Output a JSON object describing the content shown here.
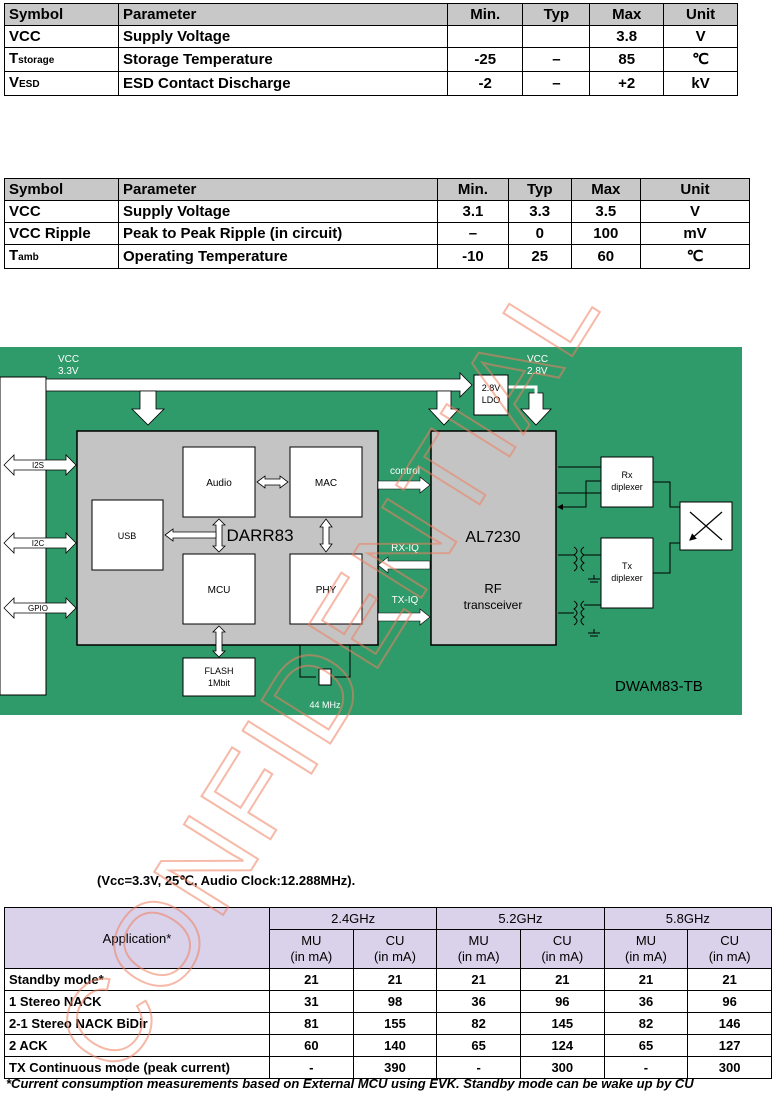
{
  "table1": {
    "headers": [
      "Symbol",
      "Parameter",
      "Min.",
      "Typ",
      "Max",
      "Unit"
    ],
    "rows": [
      {
        "symbol": "VCC",
        "sym_sub": "",
        "param": "Supply Voltage",
        "min": "",
        "typ": "",
        "max": "3.8",
        "unit": "V"
      },
      {
        "symbol": "T",
        "sym_sub": "storage",
        "param": "Storage Temperature",
        "min": "-25",
        "typ": "–",
        "max": "85",
        "unit": "℃"
      },
      {
        "symbol": "V",
        "sym_sub": "ESD",
        "param": "ESD Contact Discharge",
        "min": "-2",
        "typ": "–",
        "max": "+2",
        "unit": "kV"
      }
    ]
  },
  "table2": {
    "headers": [
      "Symbol",
      "Parameter",
      "Min.",
      "Typ",
      "Max",
      "Unit"
    ],
    "rows": [
      {
        "symbol": "VCC",
        "sym_sub": "",
        "param": "Supply Voltage",
        "min": "3.1",
        "typ": "3.3",
        "max": "3.5",
        "unit": "V"
      },
      {
        "symbol": "VCC Ripple",
        "sym_sub": "",
        "param": "Peak to Peak Ripple (in circuit)",
        "min": "–",
        "typ": "0",
        "max": "100",
        "unit": "mV"
      },
      {
        "symbol": "T",
        "sym_sub": "amb",
        "param": "Operating Temperature",
        "min": "-10",
        "typ": "25",
        "max": "60",
        "unit": "℃"
      }
    ]
  },
  "diagram": {
    "vcc_left": "VCC\n3.3V",
    "vcc_right": "VCC\n2.8V",
    "ldo": "2.8V\nLDO",
    "chip_name": "DARR83",
    "blocks": {
      "audio": "Audio",
      "mac": "MAC",
      "usb": "USB",
      "mcu": "MCU",
      "phy": "PHY",
      "flash": "FLASH\n1Mbit"
    },
    "interfaces": [
      "I2S",
      "I2C",
      "GPIO"
    ],
    "signals": [
      "control",
      "RX-IQ",
      "TX-IQ"
    ],
    "rf_chip": "AL7230",
    "rf_label": "RF",
    "rf_sub": "transceiver",
    "rx_diplexer": "Rx\ndiplexer",
    "tx_diplexer": "Tx\ndiplexer",
    "crystal": "44 MHz",
    "board": "DWAM83-TB",
    "colors": {
      "board": "#2f9a6a",
      "chip": "#c4c4c4"
    }
  },
  "conditions": "(Vcc=3.3V, 25℃, Audio Clock:12.288MHz).",
  "table3": {
    "app_header": "Application*",
    "bands": [
      "2.4GHz",
      "5.2GHz",
      "5.8GHz"
    ],
    "sub_headers": [
      "MU\n(in mA)",
      "CU\n(in mA)",
      "MU\n(in mA)",
      "CU\n(in mA)",
      "MU\n(in mA)",
      "CU\n(in mA)"
    ],
    "rows": [
      {
        "name": "Standby mode*",
        "vals": [
          "21",
          "21",
          "21",
          "21",
          "21",
          "21"
        ]
      },
      {
        "name": "1 Stereo NACK",
        "vals": [
          "31",
          "98",
          "36",
          "96",
          "36",
          "96"
        ]
      },
      {
        "name": "2-1 Stereo NACK BiDir",
        "vals": [
          "81",
          "155",
          "82",
          "145",
          "82",
          "146"
        ]
      },
      {
        "name": "2 ACK",
        "vals": [
          "60",
          "140",
          "65",
          "124",
          "65",
          "127"
        ]
      },
      {
        "name": "TX Continuous mode (peak current)",
        "vals": [
          "-",
          "390",
          "-",
          "300",
          "-",
          "300"
        ]
      }
    ]
  },
  "footnote": "*Current consumption measurements based on External MCU using EVK. Standby mode can be wake up by CU",
  "watermark": "CONFIDENTIAL"
}
